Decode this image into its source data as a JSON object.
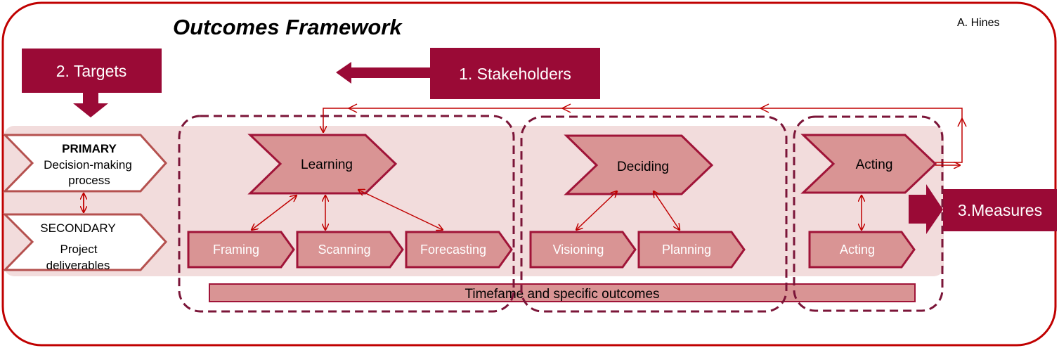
{
  "title": "Outcomes Framework",
  "author": "A. Hines",
  "boxes": {
    "targets": "2. Targets",
    "stakeholders": "1. Stakeholders",
    "measures": "3.Measures"
  },
  "side": {
    "primary_heading": "PRIMARY",
    "primary_line1": "Decision-making",
    "primary_line2": "process",
    "secondary_heading": "SECONDARY",
    "secondary_line1": "Project",
    "secondary_line2": "deliverables"
  },
  "stages": {
    "learning": "Learning",
    "deciding": "Deciding",
    "acting": "Acting"
  },
  "substeps": {
    "framing": "Framing",
    "scanning": "Scanning",
    "forecasting": "Forecasting",
    "visioning": "Visioning",
    "planning": "Planning",
    "acting": "Acting"
  },
  "timeframe_bar": "Timefame and specific outcomes",
  "colors": {
    "maroon": "#9a0a36",
    "chevron_fill": "#d99494",
    "chevron_border": "#a01438",
    "band": "#f2dcdc",
    "frame": "#c00000",
    "dashed": "#7b1538",
    "side_border": "#b5514f",
    "arrow": "#c00000"
  }
}
